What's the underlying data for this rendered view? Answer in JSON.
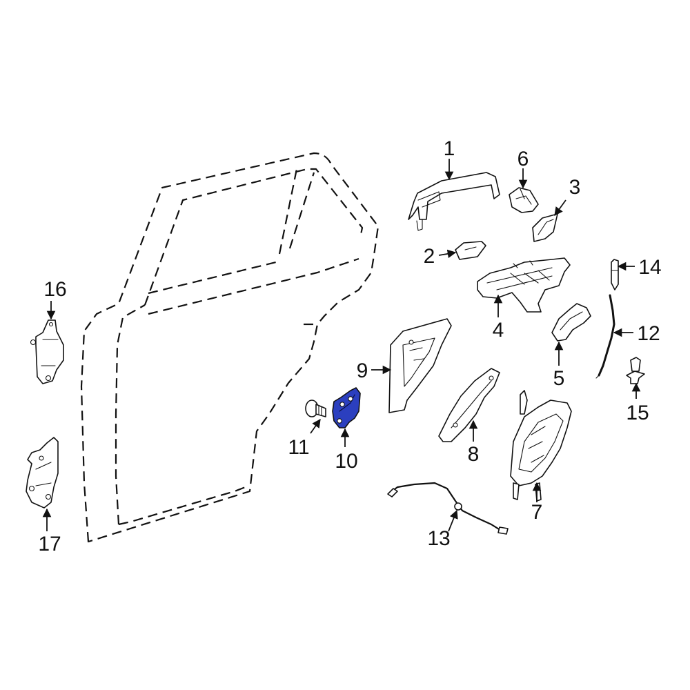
{
  "diagram": {
    "highlight_color": "#2b3fbf",
    "line_color": "#111111",
    "highlighted_part": "10",
    "callouts": {
      "c1": "1",
      "c2": "2",
      "c3": "3",
      "c4": "4",
      "c5": "5",
      "c6": "6",
      "c7": "7",
      "c8": "8",
      "c9": "9",
      "c10": "10",
      "c11": "11",
      "c12": "12",
      "c13": "13",
      "c14": "14",
      "c15": "15",
      "c16": "16",
      "c17": "17"
    }
  }
}
